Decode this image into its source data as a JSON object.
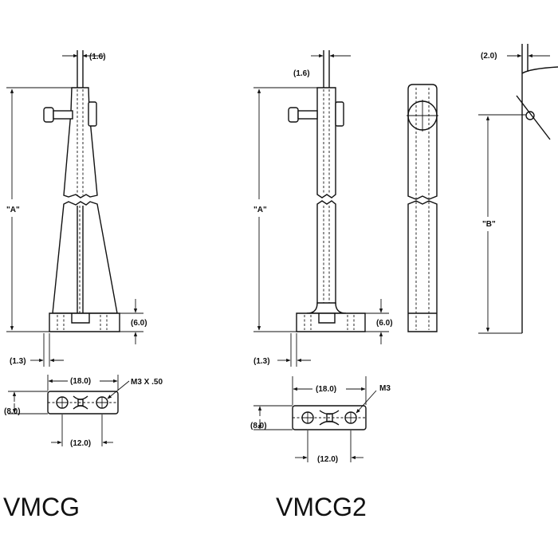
{
  "drawings": [
    {
      "title": "VMCG",
      "dims": {
        "pin": "(1.6)",
        "height": "\"A\"",
        "base_height": "(6.0)",
        "offset": "(1.3)",
        "width": "(18.0)",
        "depth": "(8.0)",
        "hole_spacing": "(12.0)",
        "thread": "M3 X .50"
      }
    },
    {
      "title": "VMCG2",
      "dims": {
        "pin": "(1.6)",
        "height": "\"A\"",
        "base_height": "(6.0)",
        "offset": "(1.3)",
        "width": "(18.0)",
        "depth": "(8.0)",
        "hole_spacing": "(12.0)",
        "thread": "M3"
      }
    }
  ],
  "side_view": {
    "top_dim": "(2.0)",
    "height": "\"B\""
  }
}
